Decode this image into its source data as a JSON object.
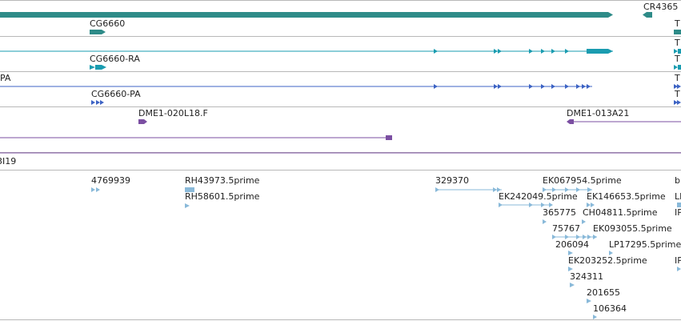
{
  "colors": {
    "gene": "#2e8b88",
    "transcript": "#1a9cb0",
    "protein": "#3d63c4",
    "clone": "#7b4fa2",
    "est": "#89b9d9",
    "separator": "#b8b8b8",
    "text": "#222222"
  },
  "tracks": {
    "gene": {
      "labels": {
        "cr4365": "CR4365",
        "cg6660": "CG6660",
        "right_t": "T"
      }
    },
    "transcript": {
      "labels": {
        "cg6660_ra": "CG6660-RA",
        "right_t1": "T",
        "right_t2": "T"
      }
    },
    "protein": {
      "labels": {
        "left_pa": "PA",
        "cg6660_pa": "CG6660-PA",
        "right_t1": "T",
        "right_t2": "T"
      }
    },
    "clones": {
      "labels": {
        "dme1_020l18": "DME1-020L18.F",
        "dme1_013a21": "DME1-013A21"
      }
    },
    "bac": {
      "labels": {
        "left_fragment": "3I19"
      }
    },
    "ests": {
      "labels": [
        {
          "key": "e1",
          "text": "4769939"
        },
        {
          "key": "e2",
          "text": "RH43973.5prime"
        },
        {
          "key": "e3",
          "text": "RH58601.5prime"
        },
        {
          "key": "e4",
          "text": "329370"
        },
        {
          "key": "e5",
          "text": "EK067954.5prime"
        },
        {
          "key": "e6",
          "text": "b"
        },
        {
          "key": "e7",
          "text": "EK242049.5prime"
        },
        {
          "key": "e8",
          "text": "EK146653.5prime"
        },
        {
          "key": "e9",
          "text": "LI"
        },
        {
          "key": "e10",
          "text": "365775"
        },
        {
          "key": "e11",
          "text": "CH04811.5prime"
        },
        {
          "key": "e12",
          "text": "IP"
        },
        {
          "key": "e13",
          "text": "75767"
        },
        {
          "key": "e14",
          "text": "EK093055.5prime"
        },
        {
          "key": "e15",
          "text": "206094"
        },
        {
          "key": "e16",
          "text": "LP17295.5prime"
        },
        {
          "key": "e17",
          "text": "EK203252.5prime"
        },
        {
          "key": "e18",
          "text": "IP"
        },
        {
          "key": "e19",
          "text": "324311"
        },
        {
          "key": "e20",
          "text": "201655"
        },
        {
          "key": "e21",
          "text": "106364"
        }
      ]
    }
  }
}
